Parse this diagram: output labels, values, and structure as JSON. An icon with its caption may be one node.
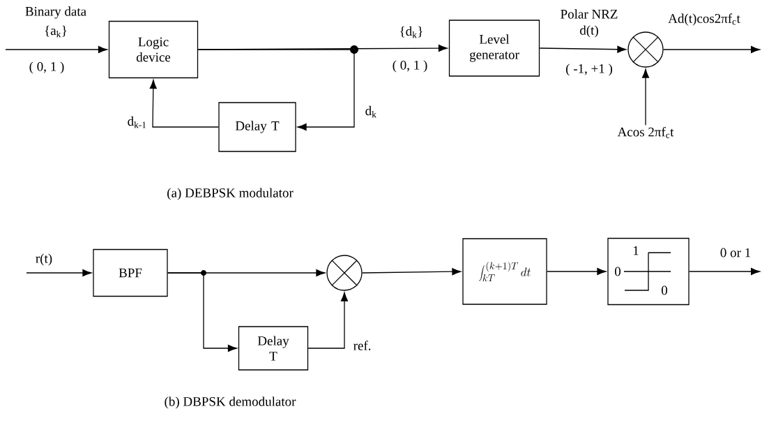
{
  "diagram": {
    "nodes": [
      {
        "text": [
          "Logic device"
        ]
      },
      {
        "text": [
          "Delay T"
        ]
      },
      {
        "text": [
          "Level generator"
        ]
      },
      {
        "text": [],
        "shape": "circle"
      },
      {
        "text": [
          "Acos 2πf$_{c}$t"
        ]
      },
      {
        "text": [
          "BPF"
        ]
      },
      {
        "text": [
          "Delay T"
        ]
      },
      {
        "text": [],
        "shape": "circle"
      },
      {
        "text": [
          "\\int_{kT}^{(k+1)T} dt"
        ]
      },
      {
        "text": [
          "1",
          "0",
          "0"
        ]
      }
    ],
    "edges": [
      {
        "from": null,
        "to": 0,
        "arrow": "to"
      },
      {
        "from": 0,
        "to": 2,
        "arrow": "to"
      },
      {
        "from": 0,
        "to": 1,
        "arrow": "to",
        "label": "d$_{k}$"
      },
      {
        "from": 1,
        "to": 0,
        "arrow": "to",
        "label": "d$_{k-1}$"
      },
      {
        "from": 2,
        "to": 3,
        "arrow": "to"
      },
      {
        "from": 4,
        "to": 3,
        "arrow": "to"
      },
      {
        "from": 3,
        "to": null,
        "arrow": "to",
        "label": "Ad(t)cos2πf$_{c}$t"
      },
      {
        "from": null,
        "to": 5,
        "arrow": "to",
        "label": "r(t)"
      },
      {
        "from": 5,
        "to": 7,
        "arrow": "to"
      },
      {
        "from": 5,
        "to": 6,
        "arrow": "to"
      },
      {
        "from": 6,
        "to": 7,
        "arrow": "to",
        "label": "ref."
      },
      {
        "from": 7,
        "to": 8,
        "arrow": "to"
      },
      {
        "from": 8,
        "to": 9,
        "arrow": "to"
      },
      {
        "from": 9,
        "to": null,
        "arrow": "to",
        "label": "0 or 1"
      }
    ],
    "labels": [
      "Binary data",
      "{a$_{k}$}",
      "( 0, 1 )",
      "{d$_{k}$}",
      "( 0, 1 )",
      "Polar NRZ",
      "d(t)",
      "( -1, +1 )",
      "(a) DEBPSK modulator",
      "(b) DBPSK demodulator"
    ]
  }
}
